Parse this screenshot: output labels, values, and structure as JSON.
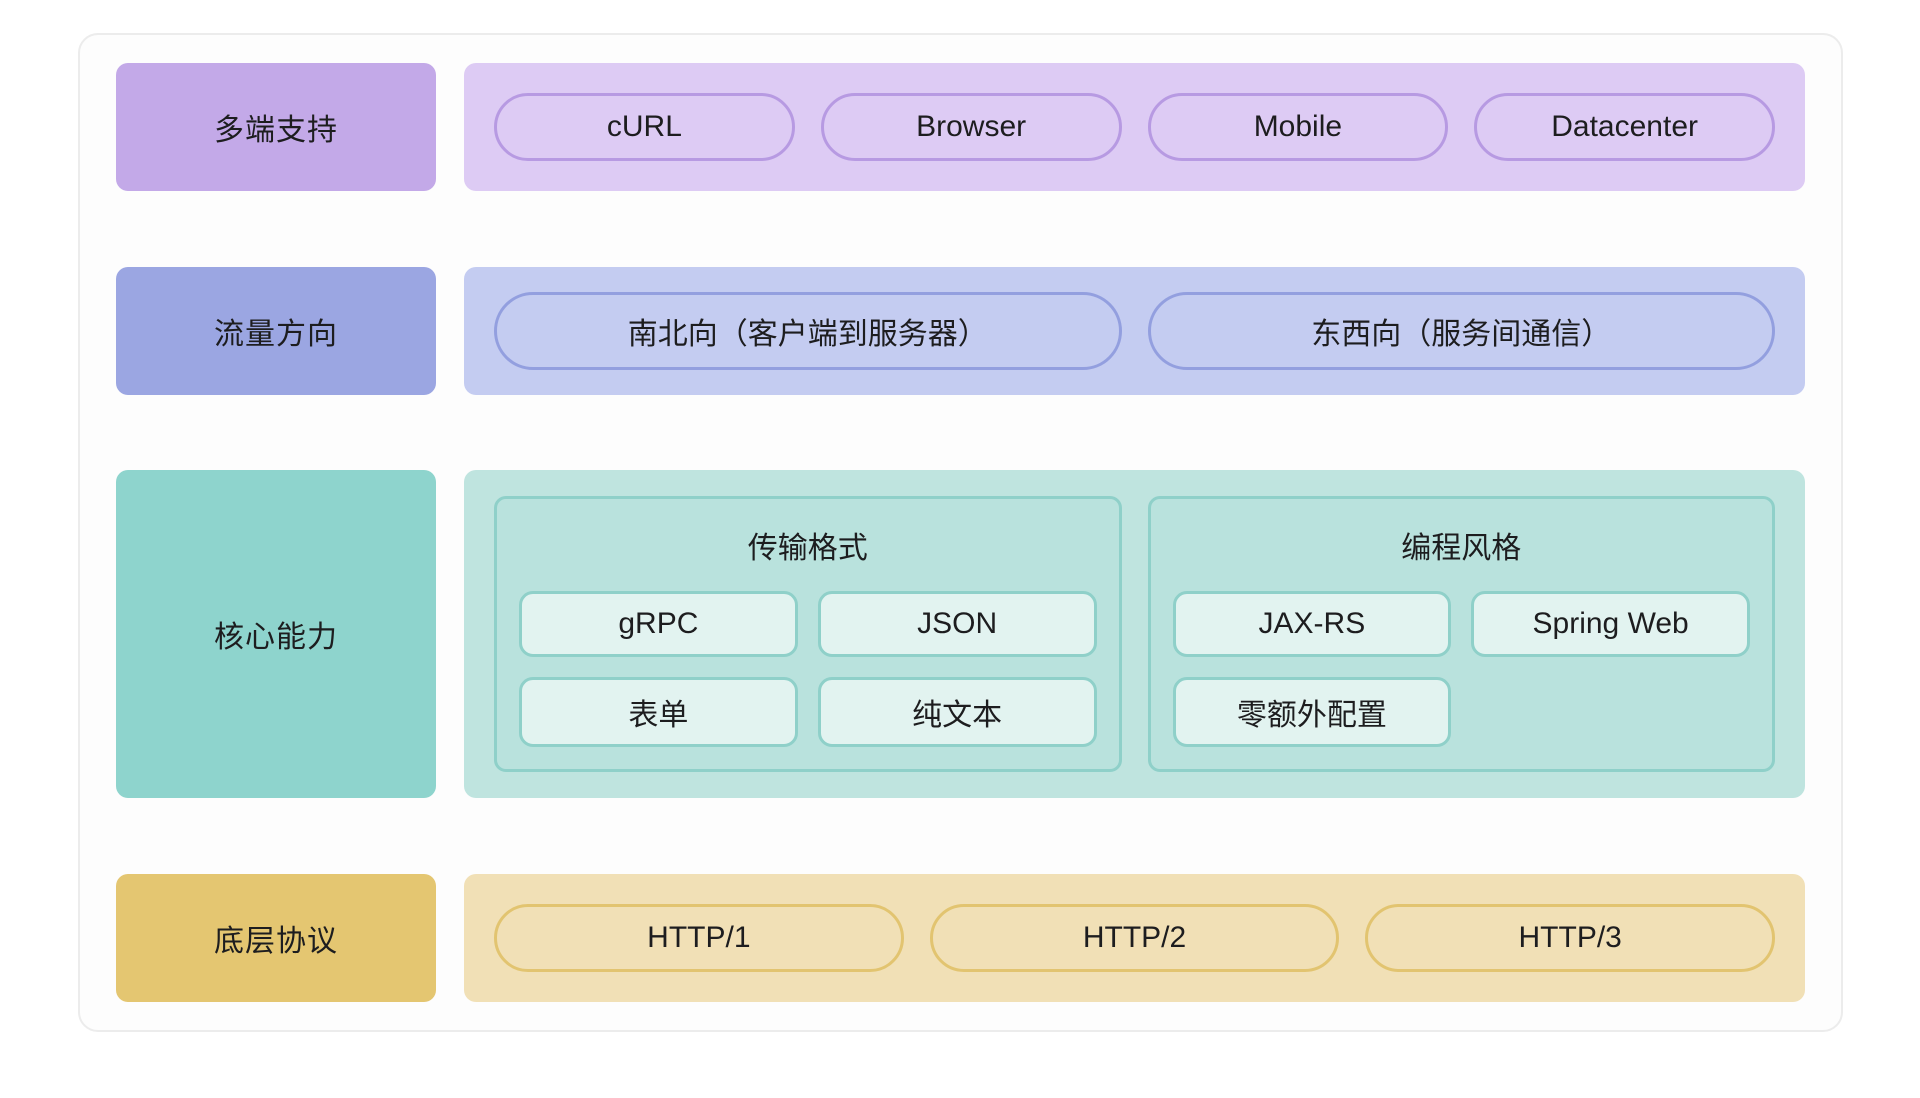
{
  "diagram": {
    "rows": [
      {
        "key": "clients",
        "label": "多端支持",
        "items": [
          "cURL",
          "Browser",
          "Mobile",
          "Datacenter"
        ],
        "label_color": "#c3a9e8",
        "band_color": "#ddcbf4",
        "pill_border_color": "#b79ae2"
      },
      {
        "key": "traffic",
        "label": "流量方向",
        "items": [
          "南北向（客户端到服务器）",
          "东西向（服务间通信）"
        ],
        "label_color": "#9ba6e2",
        "band_color": "#c4ccf1",
        "pill_border_color": "#939fdf"
      },
      {
        "key": "core",
        "label": "核心能力",
        "label_color": "#8ed4cd",
        "band_color": "#bfe4df",
        "chip_border_color": "#8fd0c9",
        "chip_fill_color": "#e2f3f0",
        "groups": [
          {
            "title": "传输格式",
            "items": [
              "gRPC",
              "JSON",
              "表单",
              "纯文本"
            ]
          },
          {
            "title": "编程风格",
            "items": [
              "JAX-RS",
              "Spring Web",
              "零额外配置"
            ]
          }
        ]
      },
      {
        "key": "protocols",
        "label": "底层协议",
        "items": [
          "HTTP/1",
          "HTTP/2",
          "HTTP/3"
        ],
        "label_color": "#e4c671",
        "band_color": "#f1e0b6",
        "pill_border_color": "#e2c470"
      }
    ]
  }
}
